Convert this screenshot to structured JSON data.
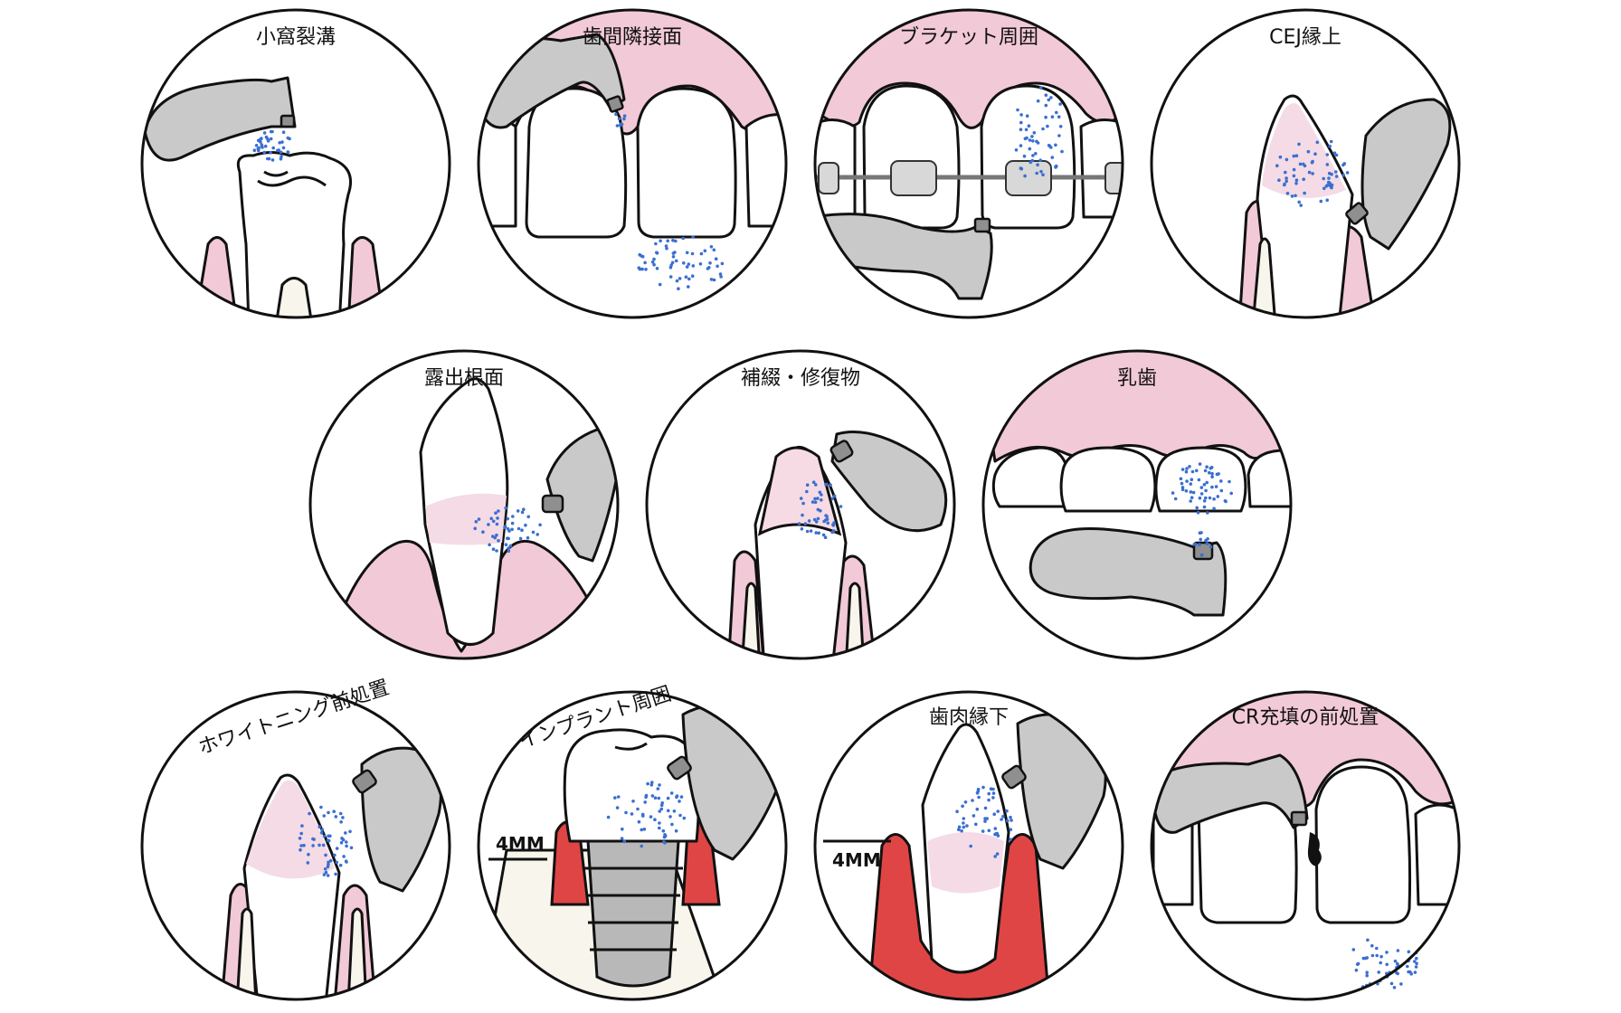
{
  "title": "",
  "circles": [
    {
      "label": "小窩裂溝"
    },
    {
      "label": "歯間隣接面"
    },
    {
      "label": "ブラケット周囲"
    },
    {
      "label": "CEJ縁上"
    },
    {
      "label": "露出根面"
    },
    {
      "label": "補綴・修復物"
    },
    {
      "label": "乳歯"
    },
    {
      "label": "ホワイトニング前処置"
    },
    {
      "label": "インプラント周囲"
    },
    {
      "label": "歯肉縁下"
    },
    {
      "label": "CR充填の前処置"
    }
  ],
  "measurements": {
    "implant": "4MM",
    "subgingival": "4MM"
  },
  "colors": {
    "gum": "#f2c9d6",
    "spray": "#3a6fd1",
    "handpiece": "#c9c9c9",
    "inflamed_gum": "#e04545"
  }
}
